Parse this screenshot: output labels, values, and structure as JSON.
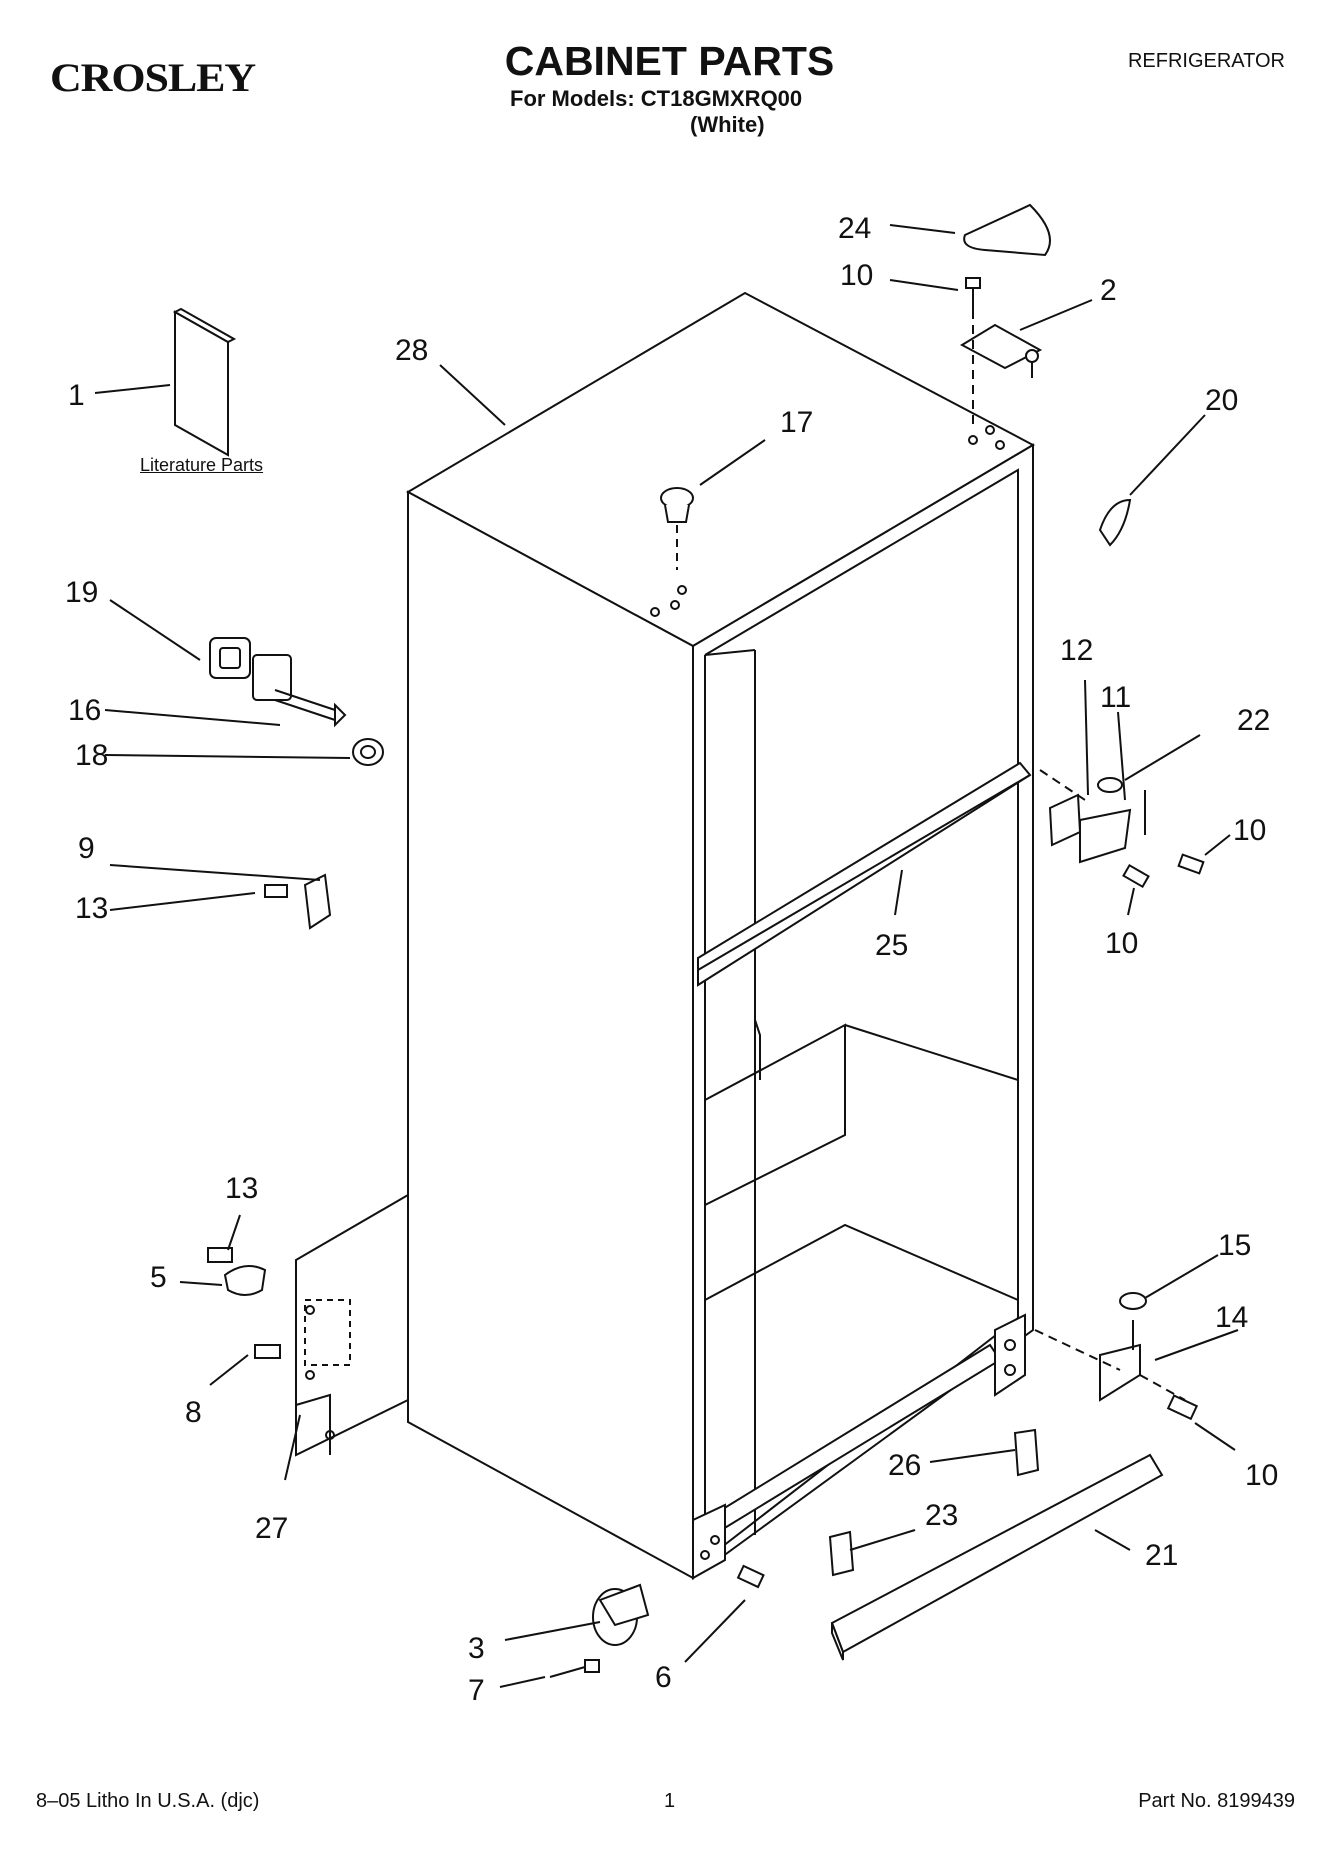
{
  "header": {
    "brand": "CROSLEY",
    "title": "CABINET PARTS",
    "models_line": "For Models: CT18GMXRQ00",
    "color_line": "(White)",
    "product": "REFRIGERATOR"
  },
  "literature_label": "Literature Parts",
  "callouts": [
    "1",
    "2",
    "3",
    "5",
    "6",
    "7",
    "8",
    "9",
    "10",
    "10",
    "10",
    "10",
    "11",
    "12",
    "13",
    "13",
    "14",
    "15",
    "16",
    "17",
    "18",
    "19",
    "20",
    "21",
    "22",
    "23",
    "24",
    "25",
    "26",
    "27",
    "28"
  ],
  "footer": {
    "litho": "8–05 Litho In U.S.A. (djc)",
    "page": "1",
    "part_no": "Part No. 8199439"
  }
}
